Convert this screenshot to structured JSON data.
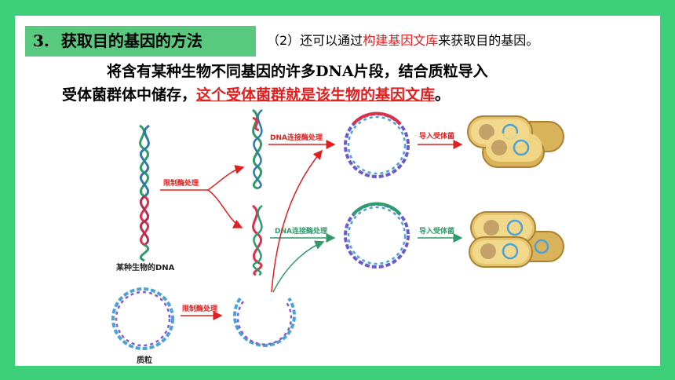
{
  "heading": {
    "number": "3.",
    "title": "获取目的基因的方法"
  },
  "subtitle": {
    "prefix": "（2）还可以通过",
    "highlight": "构建基因文库",
    "suffix": "来获取目的基因。"
  },
  "body": {
    "line1": "将含有某种生物不同基因的许多DNA片段，结合质粒导入",
    "line2_prefix": "受体菌群体中储存，",
    "line2_highlight": "这个受体菌群就是该生物的基因文库",
    "line2_suffix": "。"
  },
  "diagram": {
    "dna_label": "某种生物的DNA",
    "plasmid_label": "质粒",
    "restriction_top": "限制酶处理",
    "restriction_bottom": "限制酶处理",
    "ligase_top": "DNA连接酶处理",
    "ligase_bottom": "DNA连接酶处理",
    "transfer_top": "导入受体菌",
    "transfer_bottom": "导入受体菌"
  },
  "colors": {
    "border": "#3ecf7a",
    "badge": "#59c97f",
    "accent_red": "#e02020",
    "dna_green": "#2f9a6a",
    "dna_red": "#d8334a"
  }
}
